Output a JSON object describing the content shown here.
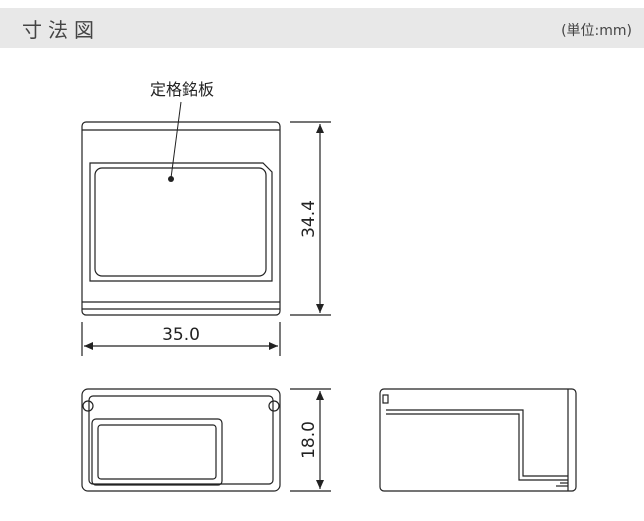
{
  "header": {
    "title": "寸法図",
    "unit": "(単位:mm)"
  },
  "front_view": {
    "callout_label": "定格銘板",
    "height_dim": "34.4",
    "width_dim": "35.0"
  },
  "bottom_view": {
    "depth_dim": "18.0"
  },
  "colors": {
    "line": "#222222",
    "header_bg": "#e8e8e8"
  }
}
